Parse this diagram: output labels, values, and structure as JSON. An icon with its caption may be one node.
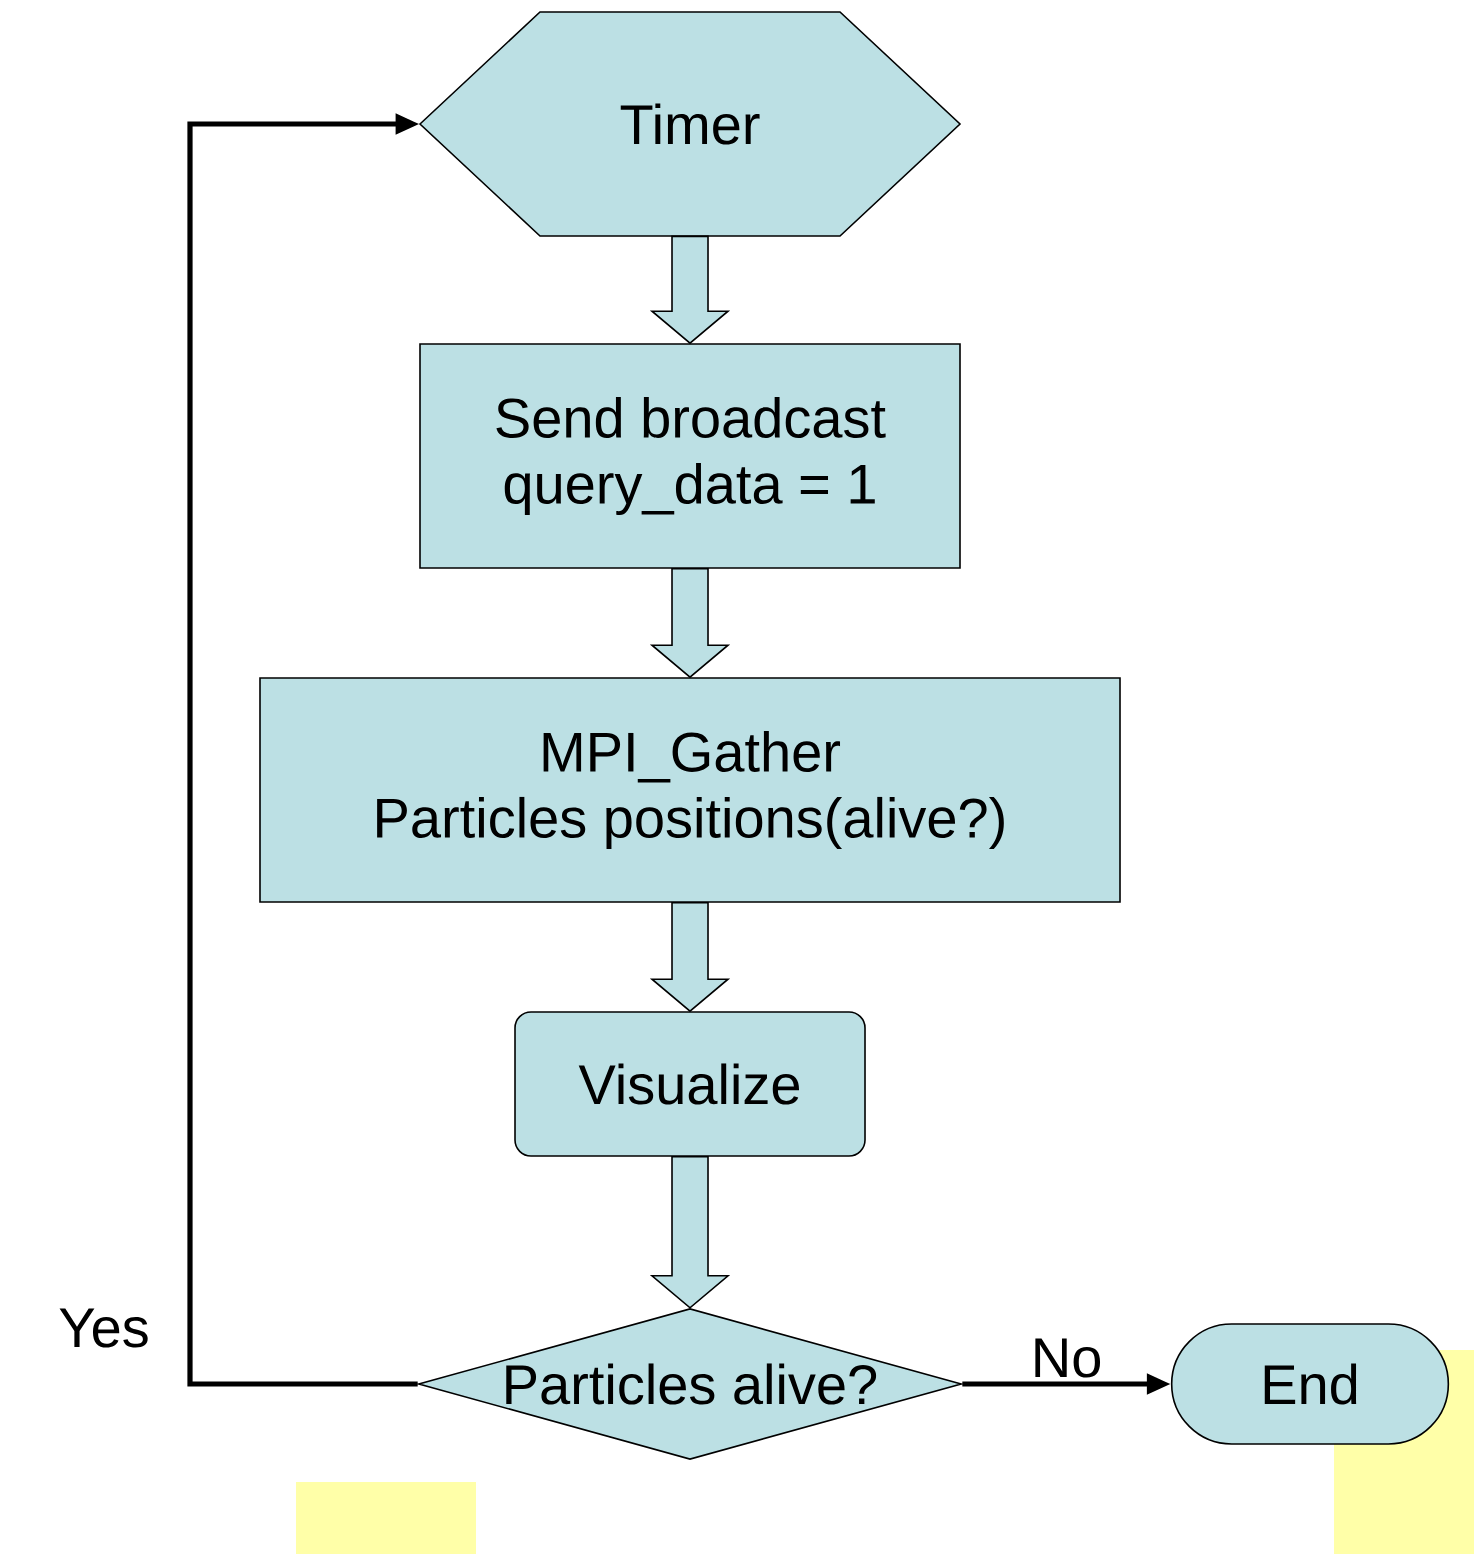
{
  "diagram": {
    "nodes": [
      {
        "text": [
          "Timer"
        ]
      },
      {
        "text": [
          "Send broadcast",
          "query_data = 1"
        ]
      },
      {
        "text": [
          "MPI_Gather",
          "Particles positions(alive?)"
        ]
      },
      {
        "text": [
          "Visualize"
        ]
      },
      {
        "text": [
          "Particles alive?"
        ]
      },
      {
        "text": [
          "End"
        ]
      },
      {
        "text": [],
        "shape": "box"
      },
      {
        "text": [],
        "shape": "box"
      }
    ],
    "edges": [
      {
        "from": 0,
        "to": 1,
        "arrow": "to",
        "style": "thick"
      },
      {
        "from": 1,
        "to": 2,
        "arrow": "to",
        "style": "thick"
      },
      {
        "from": 2,
        "to": 3,
        "arrow": "to",
        "style": "thick"
      },
      {
        "from": 3,
        "to": 4,
        "arrow": "to",
        "style": "thick"
      },
      {
        "from": 4,
        "to": 0,
        "arrow": "to",
        "label": "Yes"
      },
      {
        "from": 4,
        "to": 5,
        "arrow": "to",
        "label": "No"
      }
    ]
  }
}
